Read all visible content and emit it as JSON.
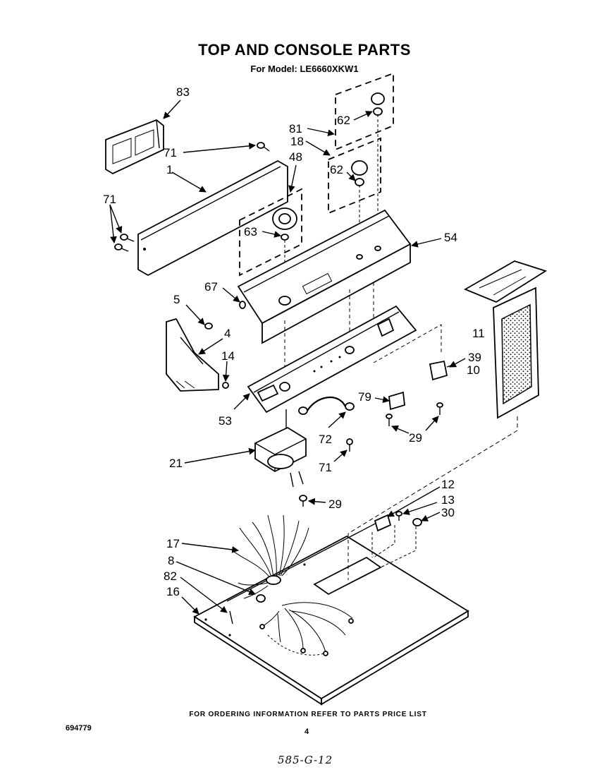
{
  "title": "TOP AND CONSOLE PARTS",
  "subtitle": "For Model: LE6660XKW1",
  "footer": "FOR ORDERING INFORMATION REFER TO PARTS PRICE LIST",
  "document_number": "694779",
  "page_number": "4",
  "handwritten_note": "585-G-12",
  "callouts": {
    "c83": "83",
    "c71a": "71",
    "c1": "1",
    "c71b": "71",
    "c81": "81",
    "c62a": "62",
    "c18": "18",
    "c48": "48",
    "c62b": "62",
    "c63": "63",
    "c54": "54",
    "c67": "67",
    "c5": "5",
    "c4": "4",
    "c14": "14",
    "c11": "11",
    "c39": "39",
    "c10": "10",
    "c79": "79",
    "c53": "53",
    "c72": "72",
    "c29a": "29",
    "c21": "21",
    "c71c": "71",
    "c29b": "29",
    "c12": "12",
    "c13": "13",
    "c30": "30",
    "c17": "17",
    "c8": "8",
    "c82": "82",
    "c16": "16"
  }
}
